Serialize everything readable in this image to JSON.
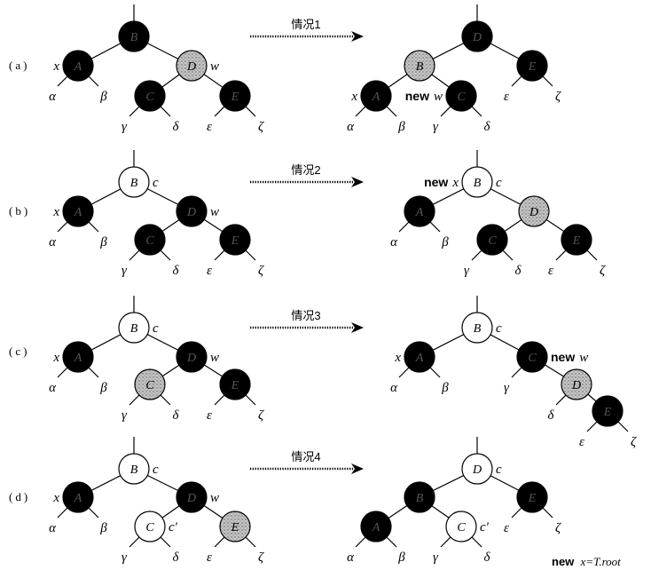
{
  "colors": {
    "black": "#000000",
    "white": "#ffffff",
    "gray": "#c8c8c8",
    "black_node_text": "#555555",
    "line": "#000000"
  },
  "panels": [
    {
      "case_label": "(a)",
      "arrow_label": "情况1",
      "before": {
        "nodes": [
          {
            "key": "B",
            "color": "black",
            "parent": null
          },
          {
            "key": "A",
            "color": "black",
            "parent": "B"
          },
          {
            "key": "D",
            "color": "gray",
            "parent": "B"
          },
          {
            "key": "C",
            "color": "black",
            "parent": "D"
          },
          {
            "key": "E",
            "color": "black",
            "parent": "D"
          }
        ],
        "leaves": {
          "A": [
            "α",
            "β"
          ],
          "C": [
            "γ",
            "δ"
          ],
          "E": [
            "ε",
            "ζ"
          ]
        },
        "annotations": {
          "left": {
            "A": {
              "symbol": "x"
            }
          },
          "right": {
            "D": {
              "symbol": "w"
            }
          }
        }
      },
      "after": {
        "nodes": [
          {
            "key": "D",
            "color": "black",
            "parent": null
          },
          {
            "key": "B",
            "color": "gray",
            "parent": "D"
          },
          {
            "key": "E",
            "color": "black",
            "parent": "D"
          },
          {
            "key": "A",
            "color": "black",
            "parent": "B"
          },
          {
            "key": "C",
            "color": "black",
            "parent": "B"
          }
        ],
        "leaves": {
          "A": [
            "α",
            "β"
          ],
          "C": [
            "γ",
            "δ"
          ],
          "E": [
            "ε",
            "ζ"
          ]
        },
        "annotations": {
          "left": {
            "A": {
              "symbol": "x"
            },
            "C": {
              "prefix": "new",
              "symbol": "w"
            }
          },
          "right": {}
        }
      }
    },
    {
      "case_label": "(b)",
      "arrow_label": "情况2",
      "before": {
        "nodes": [
          {
            "key": "B",
            "color": "white",
            "parent": null
          },
          {
            "key": "A",
            "color": "black",
            "parent": "B"
          },
          {
            "key": "D",
            "color": "black",
            "parent": "B"
          },
          {
            "key": "C",
            "color": "black",
            "parent": "D"
          },
          {
            "key": "E",
            "color": "black",
            "parent": "D"
          }
        ],
        "leaves": {
          "A": [
            "α",
            "β"
          ],
          "C": [
            "γ",
            "δ"
          ],
          "E": [
            "ε",
            "ζ"
          ]
        },
        "annotations": {
          "left": {
            "A": {
              "symbol": "x"
            }
          },
          "right": {
            "B": {
              "symbol": "c"
            },
            "D": {
              "symbol": "w"
            }
          }
        }
      },
      "after": {
        "nodes": [
          {
            "key": "B",
            "color": "white",
            "parent": null
          },
          {
            "key": "A",
            "color": "black",
            "parent": "B"
          },
          {
            "key": "D",
            "color": "gray",
            "parent": "B"
          },
          {
            "key": "C",
            "color": "black",
            "parent": "D"
          },
          {
            "key": "E",
            "color": "black",
            "parent": "D"
          }
        ],
        "leaves": {
          "A": [
            "α",
            "β"
          ],
          "C": [
            "γ",
            "δ"
          ],
          "E": [
            "ε",
            "ζ"
          ]
        },
        "annotations": {
          "left": {
            "B": {
              "prefix": "new",
              "symbol": "x"
            }
          },
          "right": {
            "B": {
              "symbol": "c"
            }
          }
        }
      }
    },
    {
      "case_label": "(c)",
      "arrow_label": "情况3",
      "before": {
        "nodes": [
          {
            "key": "B",
            "color": "white",
            "parent": null
          },
          {
            "key": "A",
            "color": "black",
            "parent": "B"
          },
          {
            "key": "D",
            "color": "black",
            "parent": "B"
          },
          {
            "key": "C",
            "color": "gray",
            "parent": "D"
          },
          {
            "key": "E",
            "color": "black",
            "parent": "D"
          }
        ],
        "leaves": {
          "A": [
            "α",
            "β"
          ],
          "C": [
            "γ",
            "δ"
          ],
          "E": [
            "ε",
            "ζ"
          ]
        },
        "annotations": {
          "left": {
            "A": {
              "symbol": "x"
            }
          },
          "right": {
            "B": {
              "symbol": "c"
            },
            "D": {
              "symbol": "w"
            }
          }
        }
      },
      "after": {
        "nodes": [
          {
            "key": "B",
            "color": "white",
            "parent": null
          },
          {
            "key": "A",
            "color": "black",
            "parent": "B"
          },
          {
            "key": "C",
            "color": "black",
            "parent": "B"
          },
          {
            "key": "D",
            "color": "gray",
            "parent": "C"
          },
          {
            "key": "E",
            "color": "black",
            "parent": "D"
          }
        ],
        "leaves": {
          "A": [
            "α",
            "β"
          ],
          "C": [
            "γ",
            null
          ],
          "D": [
            "δ",
            null
          ],
          "E": [
            "ε",
            "ζ"
          ]
        },
        "annotations": {
          "left": {
            "A": {
              "symbol": "x"
            }
          },
          "right": {
            "B": {
              "symbol": "c"
            },
            "C": {
              "prefix": "new",
              "symbol": "w"
            }
          }
        }
      }
    },
    {
      "case_label": "(d)",
      "arrow_label": "情况4",
      "before": {
        "nodes": [
          {
            "key": "B",
            "color": "white",
            "parent": null
          },
          {
            "key": "A",
            "color": "black",
            "parent": "B"
          },
          {
            "key": "D",
            "color": "black",
            "parent": "B"
          },
          {
            "key": "C",
            "color": "white",
            "parent": "D"
          },
          {
            "key": "E",
            "color": "gray",
            "parent": "D"
          }
        ],
        "leaves": {
          "A": [
            "α",
            "β"
          ],
          "C": [
            "γ",
            "δ"
          ],
          "E": [
            "ε",
            "ζ"
          ]
        },
        "annotations": {
          "left": {
            "A": {
              "symbol": "x"
            }
          },
          "right": {
            "B": {
              "symbol": "c"
            },
            "D": {
              "symbol": "w"
            },
            "C": {
              "symbol": "c′"
            }
          }
        }
      },
      "after": {
        "nodes": [
          {
            "key": "D",
            "color": "white",
            "parent": null
          },
          {
            "key": "B",
            "color": "black",
            "parent": "D"
          },
          {
            "key": "E",
            "color": "black",
            "parent": "D"
          },
          {
            "key": "A",
            "color": "black",
            "parent": "B"
          },
          {
            "key": "C",
            "color": "white",
            "parent": "B"
          }
        ],
        "leaves": {
          "A": [
            "α",
            "β"
          ],
          "C": [
            "γ",
            "δ"
          ],
          "E": [
            "ε",
            "ζ"
          ]
        },
        "annotations": {
          "left": {},
          "right": {
            "D": {
              "symbol": "c"
            },
            "C": {
              "symbol": "c′"
            }
          }
        }
      }
    }
  ],
  "footer": {
    "prefix": "new",
    "text": "x=T.root"
  }
}
